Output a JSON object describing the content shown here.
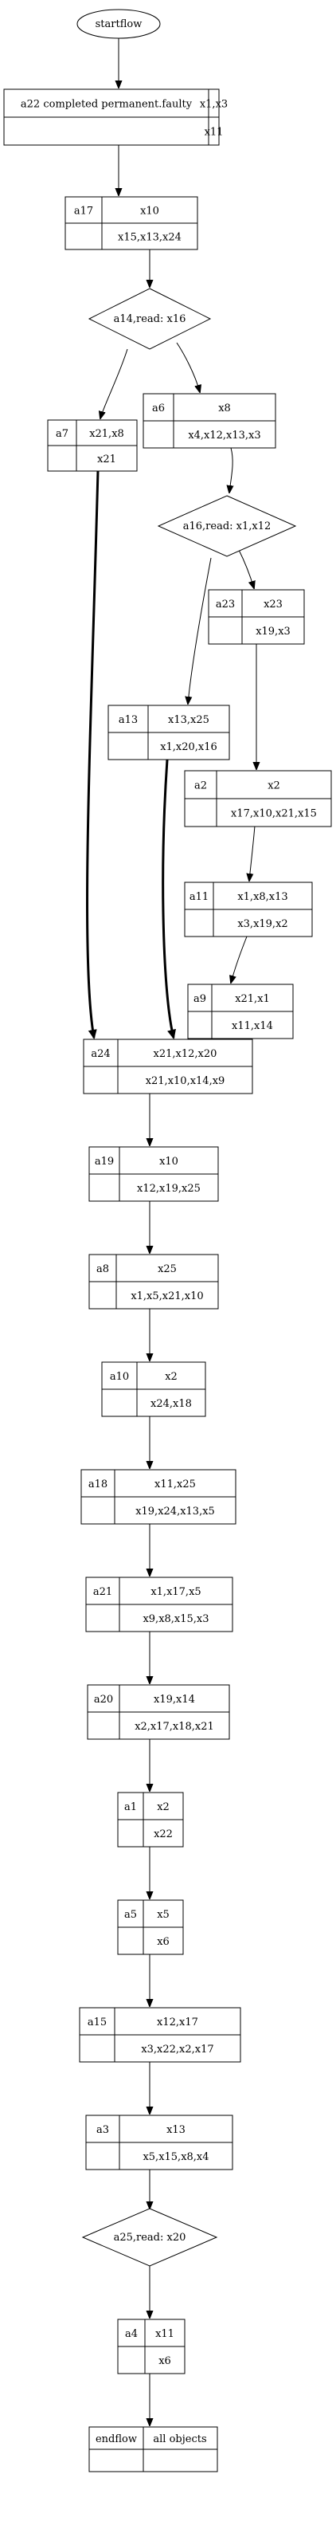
{
  "flow": {
    "start": {
      "label": "startflow"
    },
    "end": {
      "label": "endflow",
      "value": "all objects"
    },
    "nodes": [
      {
        "id": "a22",
        "label": "a22 completed permanent.faulty",
        "top": "x1,x3",
        "bottom": "x11"
      },
      {
        "id": "a17",
        "label": "a17",
        "top": "x10",
        "bottom": "x15,x13,x24"
      },
      {
        "id": "a14",
        "label": "a14,read: x16",
        "decision": true
      },
      {
        "id": "a6",
        "label": "a6",
        "top": "x8",
        "bottom": "x4,x12,x13,x3"
      },
      {
        "id": "a7",
        "label": "a7",
        "top": "x21,x8",
        "bottom": "x21"
      },
      {
        "id": "a16",
        "label": "a16,read: x1,x12",
        "decision": true
      },
      {
        "id": "a23",
        "label": "a23",
        "top": "x23",
        "bottom": "x19,x3"
      },
      {
        "id": "a13",
        "label": "a13",
        "top": "x13,x25",
        "bottom": "x1,x20,x16"
      },
      {
        "id": "a2",
        "label": "a2",
        "top": "x2",
        "bottom": "x17,x10,x21,x15"
      },
      {
        "id": "a11",
        "label": "a11",
        "top": "x1,x8,x13",
        "bottom": "x3,x19,x2"
      },
      {
        "id": "a9",
        "label": "a9",
        "top": "x21,x1",
        "bottom": "x11,x14"
      },
      {
        "id": "a24",
        "label": "a24",
        "top": "x21,x12,x20",
        "bottom": "x21,x10,x14,x9"
      },
      {
        "id": "a19",
        "label": "a19",
        "top": "x10",
        "bottom": "x12,x19,x25"
      },
      {
        "id": "a8",
        "label": "a8",
        "top": "x25",
        "bottom": "x1,x5,x21,x10"
      },
      {
        "id": "a10",
        "label": "a10",
        "top": "x2",
        "bottom": "x24,x18"
      },
      {
        "id": "a18",
        "label": "a18",
        "top": "x11,x25",
        "bottom": "x19,x24,x13,x5"
      },
      {
        "id": "a21",
        "label": "a21",
        "top": "x1,x17,x5",
        "bottom": "x9,x8,x15,x3"
      },
      {
        "id": "a20",
        "label": "a20",
        "top": "x19,x14",
        "bottom": "x2,x17,x18,x21"
      },
      {
        "id": "a1",
        "label": "a1",
        "top": "x2",
        "bottom": "x22"
      },
      {
        "id": "a5",
        "label": "a5",
        "top": "x5",
        "bottom": "x6"
      },
      {
        "id": "a15",
        "label": "a15",
        "top": "x12,x17",
        "bottom": "x3,x22,x2,x17"
      },
      {
        "id": "a3",
        "label": "a3",
        "top": "x13",
        "bottom": "x5,x15,x8,x4"
      },
      {
        "id": "a25",
        "label": "a25,read: x20",
        "decision": true
      },
      {
        "id": "a4",
        "label": "a4",
        "top": "x11",
        "bottom": "x6"
      }
    ]
  }
}
